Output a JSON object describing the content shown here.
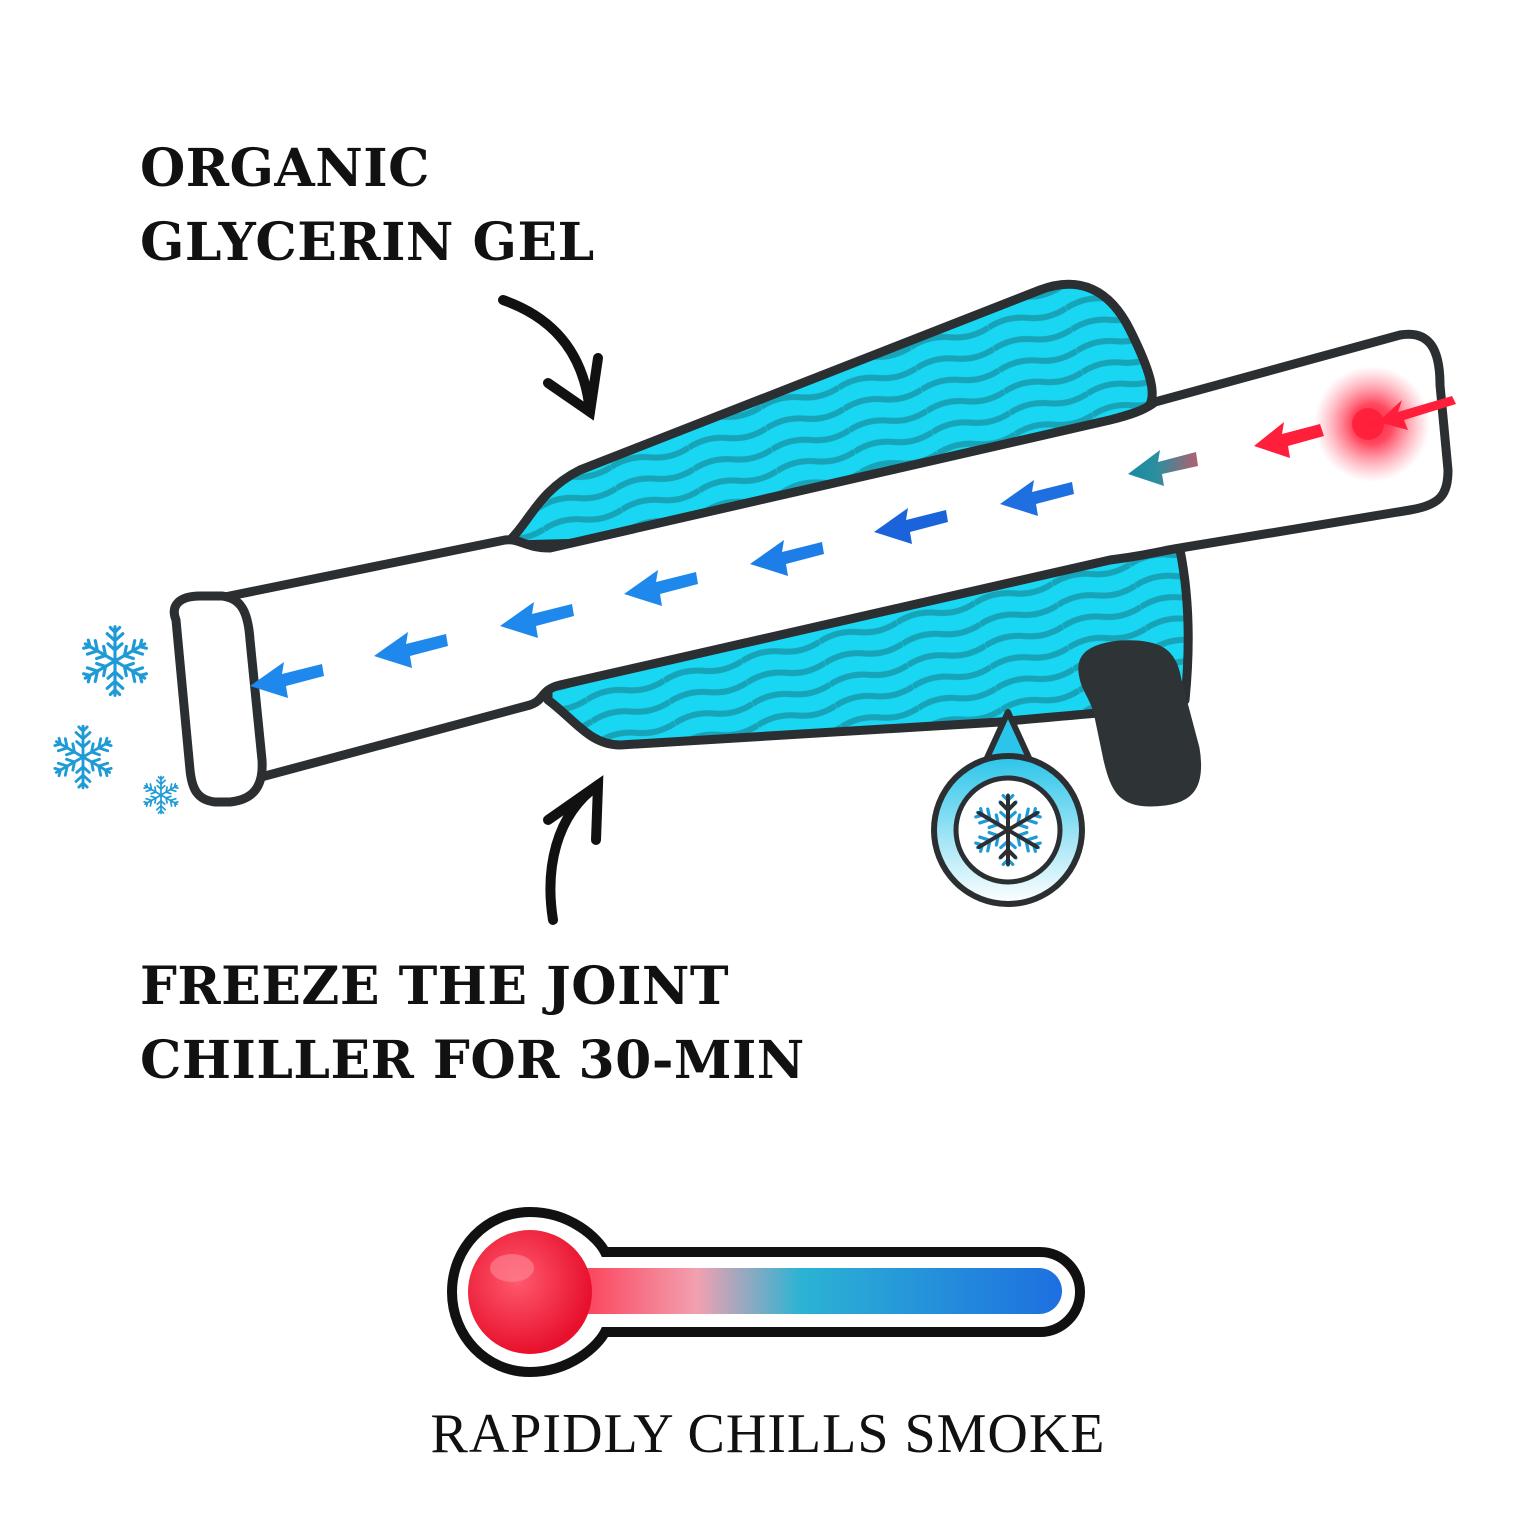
{
  "labels": {
    "gel_line1": "ORGANIC",
    "gel_line2": "GLYCERIN GEL",
    "freeze_line1": "FREEZE THE JOINT",
    "freeze_line2": "CHILLER FOR 30-MIN",
    "caption": "RAPIDLY CHILLS SMOKE"
  },
  "icons": [
    "snowflake-icon",
    "freeze-badge-icon",
    "thermometer-icon",
    "hot-ember-icon",
    "flow-arrow-icon",
    "pointer-arrow-icon"
  ],
  "colors": {
    "gel": "#19d3f0",
    "gel_stripe": "#1aa9bd",
    "outline": "#2b2f31",
    "cap": "#2e3436",
    "hot": "#ff1f3a",
    "cold": "#1e88e5",
    "snowflake": "#1e9ad6"
  }
}
